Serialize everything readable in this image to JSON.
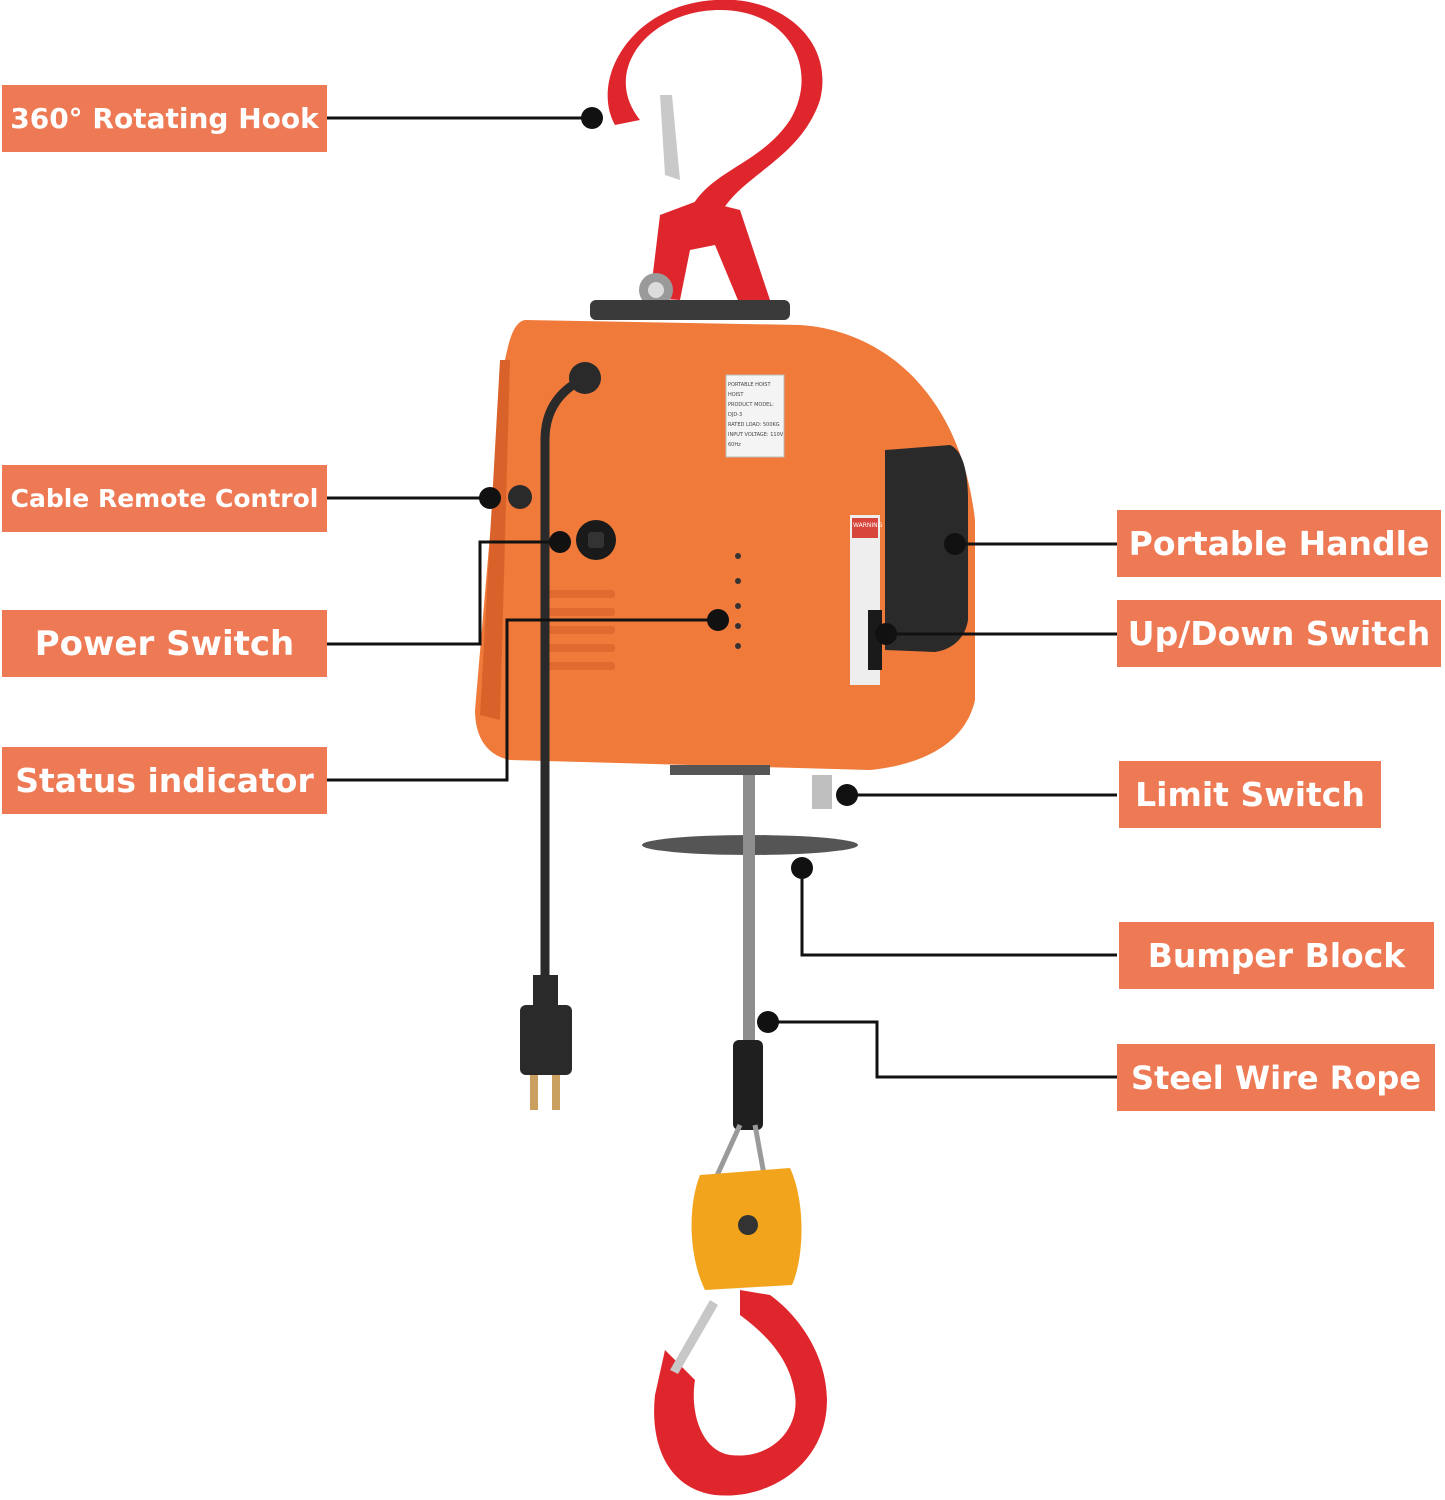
{
  "callouts": {
    "rotating_hook": "360°  Rotating Hook",
    "cable_remote": "Cable Remote Control",
    "power_switch": "Power Switch",
    "status_indicator": "Status indicator",
    "portable_handle": "Portable Handle",
    "up_down_switch": "Up/Down Switch",
    "limit_switch": "Limit Switch",
    "bumper_block": "Bumper Block",
    "steel_wire_rope": "Steel Wire Rope"
  },
  "product_plate": {
    "title": "PORTABLE HOIST HOIST",
    "model": "PRODUCT MODEL: DJD-3",
    "rated_load": "RATED LOAD: 500KG",
    "input_voltage": "INPUT VOLTAGE: 110V 60Hz"
  },
  "warning_label": "WARNING",
  "colors": {
    "label_bg": "#ee7a55",
    "body": "#f07a3a",
    "hook": "#e0262d",
    "handle": "#2a2a2a",
    "swivel": "#f2a51c"
  },
  "icons": [
    "hook-icon",
    "power-plug-icon",
    "swivel-block-icon"
  ]
}
